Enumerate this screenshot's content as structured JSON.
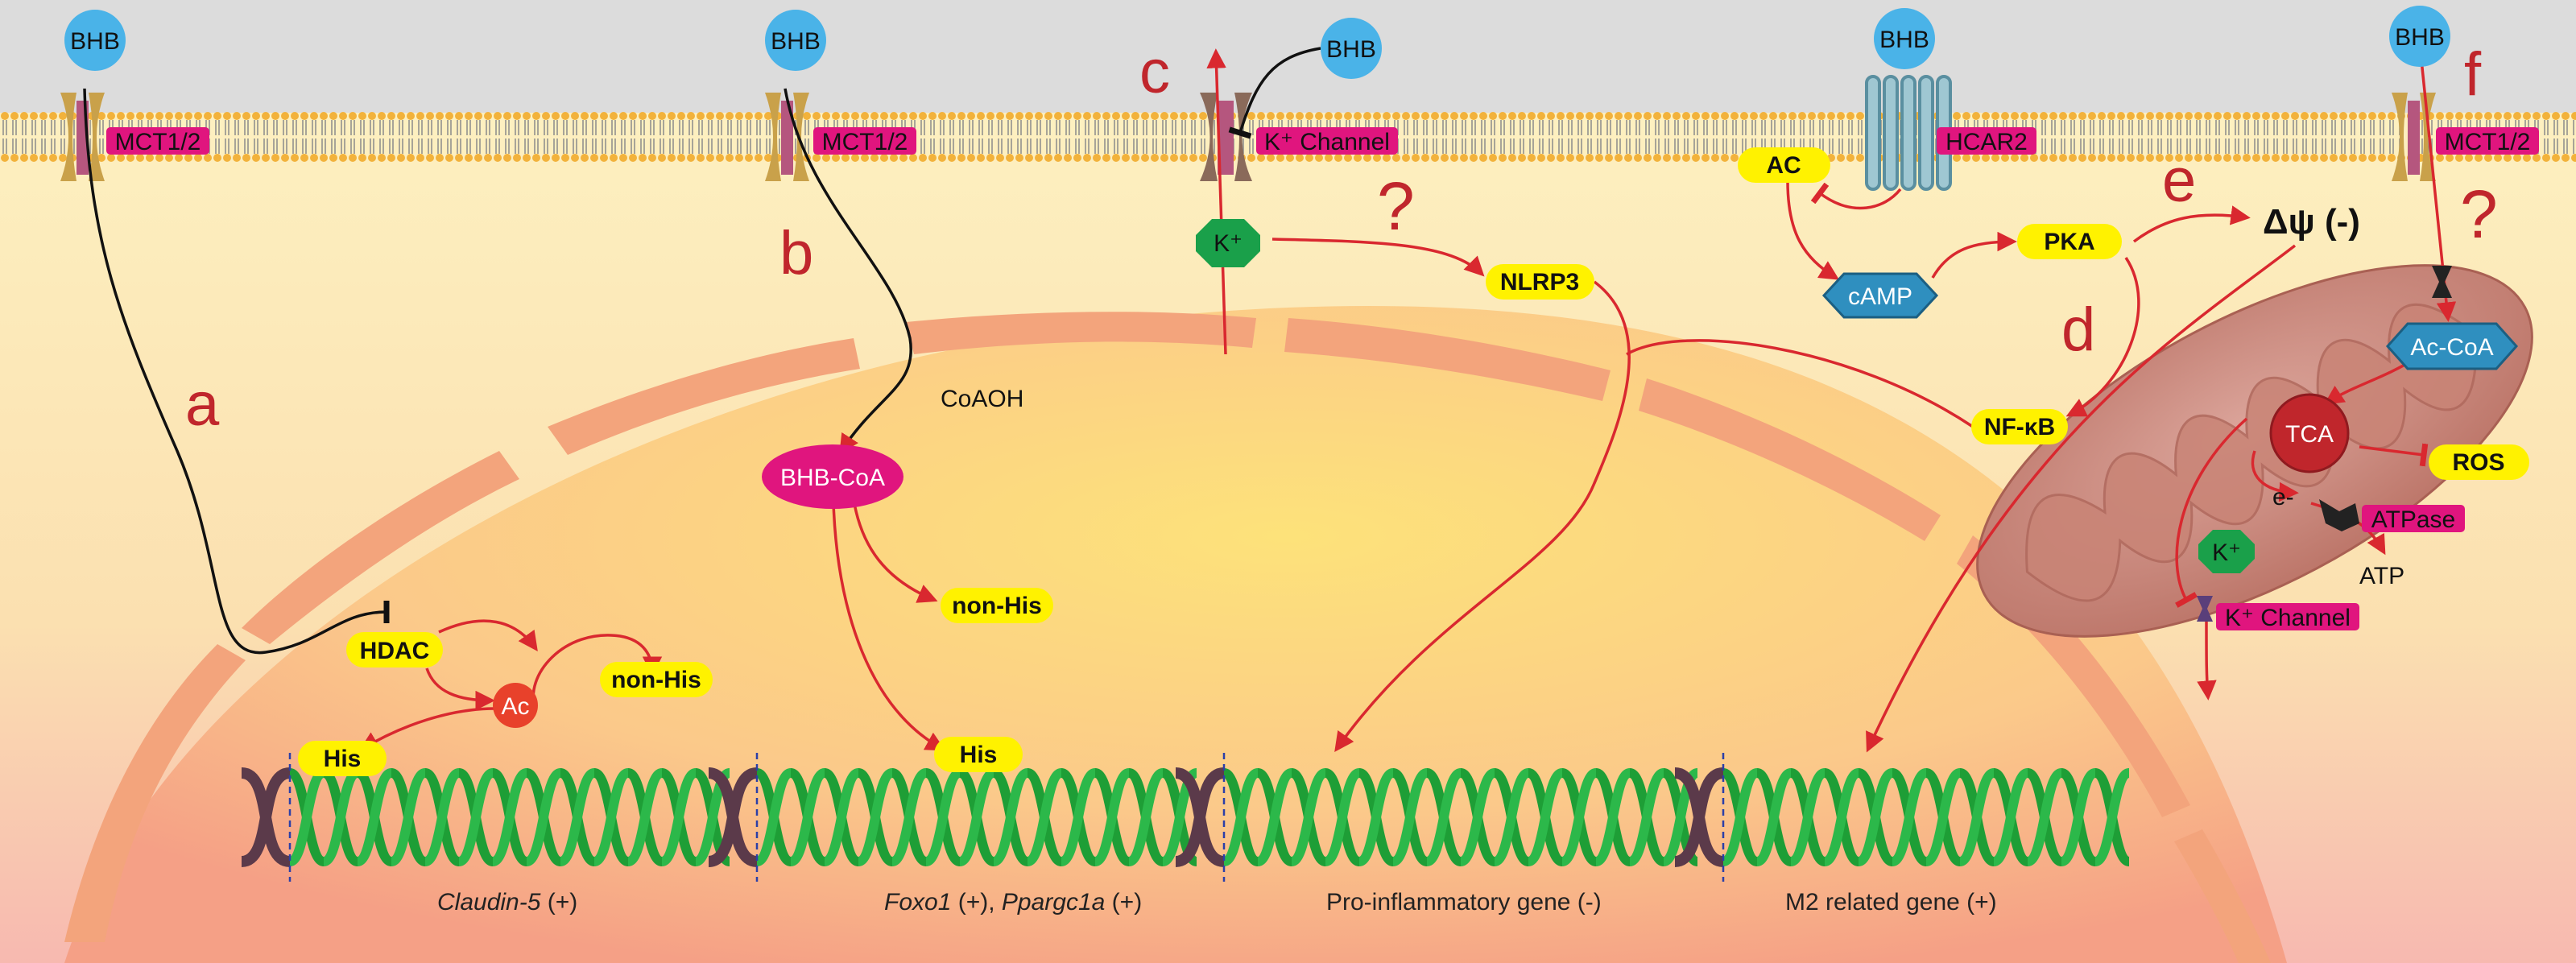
{
  "molecule": {
    "bhb": "BHB",
    "mct": "MCT1/2",
    "k_channel": "K⁺ Channel",
    "hcar2": "HCAR2",
    "k_ion": "K⁺",
    "coaoh": "CoAOH",
    "bhb_coa": "BHB-CoA",
    "hdac": "HDAC",
    "ac": "Ac",
    "ac_enzyme": "AC",
    "non_his": "non-His",
    "his": "His",
    "nlrp3": "NLRP3",
    "camp": "cAMP",
    "pka": "PKA",
    "nfkb": "NF-κB",
    "delta_psi": "Δψ (-)",
    "ac_coa": "Ac-CoA",
    "tca": "TCA",
    "ros": "ROS",
    "e_minus": "e-",
    "atpase": "ATPase",
    "atp": "ATP",
    "question": "?"
  },
  "panel_letters": {
    "a": "a",
    "b": "b",
    "c": "c",
    "d": "d",
    "e": "e",
    "f": "f"
  },
  "genes": {
    "claudin_name": "Claudin-5",
    "claudin_effect": " (+)",
    "foxo1_name": "Foxo1",
    "foxo1_effect": " (+), ",
    "ppargc1a_name": "Ppargc1a",
    "ppargc1a_effect": " (+)",
    "proinflammatory": "Pro-inflammatory  gene (-)",
    "m2": "M2 related gene (+)"
  },
  "colors": {
    "extracellular": "#dcdcdc",
    "cytoplasm": "#fdf3c8",
    "nucleus_envelope": "#f3a47c",
    "yellow_label": "#fff200",
    "magenta_label": "#e0157e",
    "bhb_blue": "#4ab3e8",
    "green_k": "#1aa04a",
    "red_arrow": "#d9282f",
    "dna_green": "#1e9e36",
    "mito": "#c98476"
  }
}
